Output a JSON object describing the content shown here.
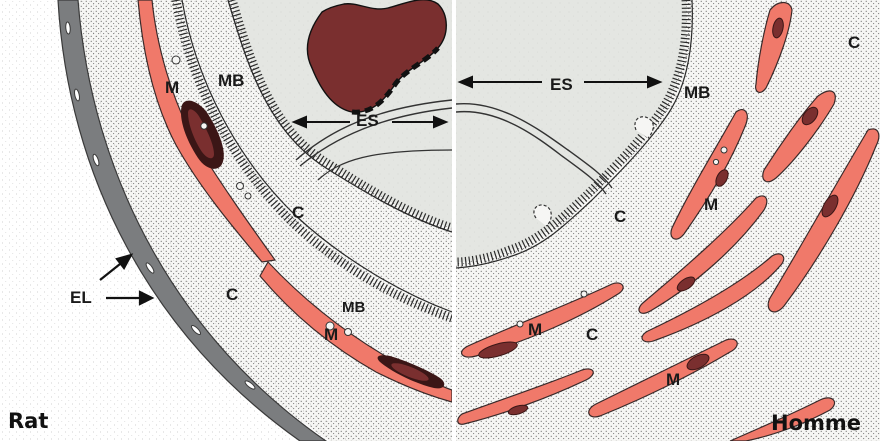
{
  "labels": {
    "rat": "Rat",
    "homme": "Homme",
    "es": "ES",
    "mb": "MB",
    "m": "M",
    "c": "C",
    "el": "EL"
  },
  "colors": {
    "myoid_cell": "#f0796a",
    "nucleus": "#7a2f2f",
    "nucleus_dark": "#3b1616",
    "lumen": "#e4e6e2",
    "elastic_layer": "#7b7d7f",
    "stipple": "#4a4a4a",
    "connective_bg": "#f6f6f4",
    "background": "#ffffff",
    "divider": "#ffffff"
  }
}
